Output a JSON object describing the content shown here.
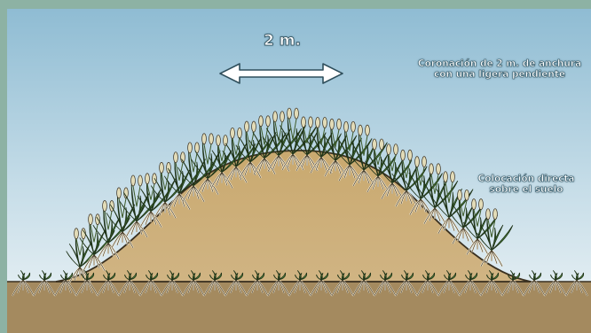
{
  "labels": {
    "width": "2 m.",
    "crown_line1": "Coronación de 2 m. de anchura",
    "crown_line2": "con una ligera pendiente",
    "base_line1": "Colocación directa",
    "base_line2": "sobre el suelo"
  },
  "colors": {
    "frame": "#8db2a4",
    "sky_top": "#8fbcd3",
    "sky_bottom": "#e6f0f4",
    "mound": "#c7a877",
    "soil": "#a78a5e",
    "grass": "#4f8a3c",
    "outline": "#2e2a1e"
  },
  "icons": [
    "double-arrow-icon",
    "plant-icon",
    "root-icon"
  ]
}
